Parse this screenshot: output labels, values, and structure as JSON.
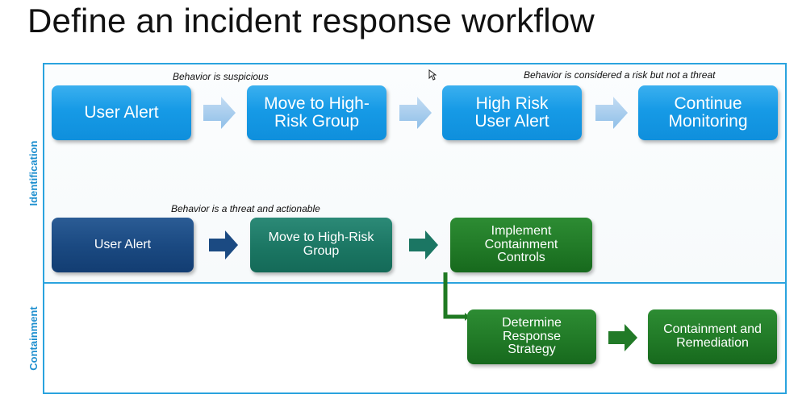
{
  "title": "Define an incident response workflow",
  "lanes": {
    "identification": "Identification",
    "containment": "Containment"
  },
  "notes": {
    "suspicious": "Behavior is suspicious",
    "risk_not_threat": "Behavior is considered a risk but not a threat",
    "threat_actionable": "Behavior is a threat and actionable"
  },
  "row1": [
    {
      "lines": [
        "User Alert"
      ]
    },
    {
      "lines": [
        "Move to High-",
        "Risk Group"
      ]
    },
    {
      "lines": [
        "High Risk",
        "User Alert"
      ]
    },
    {
      "lines": [
        "Continue",
        "Monitoring"
      ]
    }
  ],
  "row2": [
    {
      "lines": [
        "User Alert"
      ]
    },
    {
      "lines": [
        "Move to High-Risk",
        "Group"
      ]
    },
    {
      "lines": [
        "Implement",
        "Containment",
        "Controls"
      ]
    }
  ],
  "row3": [
    {
      "lines": [
        "Determine",
        "Response",
        "Strategy"
      ]
    },
    {
      "lines": [
        "Containment and",
        "Remediation"
      ]
    }
  ],
  "colors": {
    "frame": "#2aa3de",
    "lane_label": "#1e8fcf",
    "light_blue": "#169ae6",
    "navy": "#1b4a82",
    "teal": "#1b7663",
    "green": "#217a27"
  }
}
